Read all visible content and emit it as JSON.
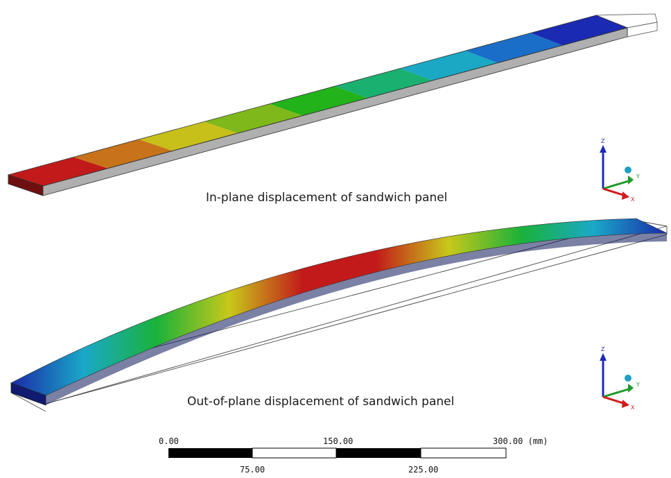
{
  "captions": {
    "in_plane": "In-plane displacement of sandwich panel",
    "out_of_plane": "Out-of-plane displacement of sandwich panel"
  },
  "scale_bar": {
    "top_labels": [
      "0.00",
      "150.00",
      "300.00 (mm)"
    ],
    "bottom_labels": [
      "75.00",
      "225.00"
    ]
  },
  "triad": {
    "z": "Z",
    "y": "Y",
    "x": "X"
  },
  "colors": {
    "in_plane_bands": [
      "#c21a1a",
      "#c8731a",
      "#c8c01a",
      "#7fb81a",
      "#22b21a",
      "#1ab070",
      "#1aa8c4",
      "#1a6ec8",
      "#1a2ab2"
    ],
    "out_of_plane_gradient": [
      "#1a2aa8",
      "#1aa8c8",
      "#1ab23a",
      "#c8c81a",
      "#c21a1a",
      "#c21a1a",
      "#c8c81a",
      "#1ab23a",
      "#1aa8c8",
      "#1a2aa8"
    ],
    "z_axis": "#1c2ab8",
    "y_axis": "#1f9a2a",
    "x_axis": "#d01c1c",
    "origin_sphere": "#1e9ec2"
  }
}
